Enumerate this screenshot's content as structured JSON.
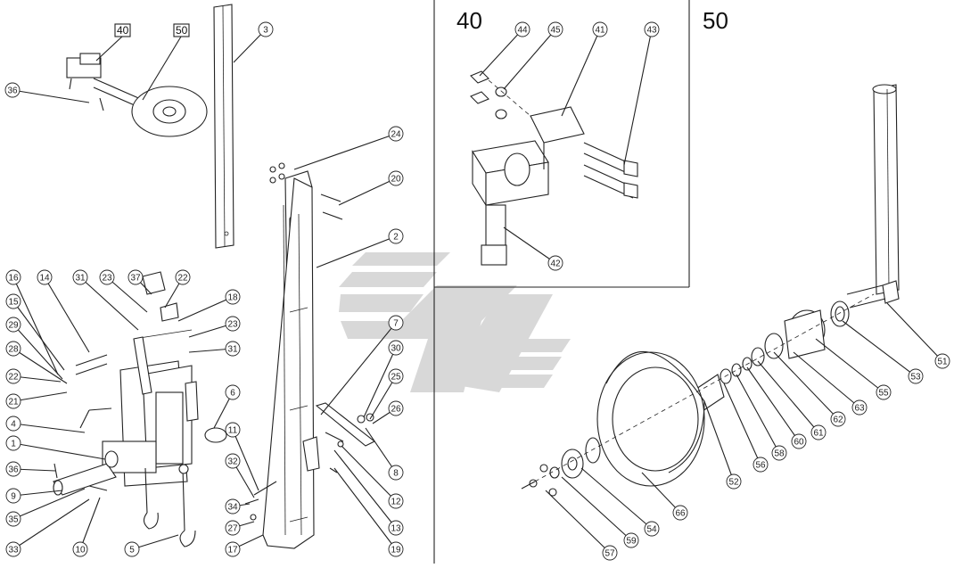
{
  "panels": {
    "panel_40_label": "40",
    "panel_50_label": "50"
  },
  "boxed_labels": [
    "40",
    "50"
  ],
  "callouts_main": [
    "36",
    "3",
    "24",
    "20",
    "2",
    "16",
    "14",
    "31",
    "23",
    "37",
    "22",
    "18",
    "15",
    "29",
    "28",
    "23",
    "31",
    "22",
    "21",
    "4",
    "1",
    "36",
    "9",
    "35",
    "33",
    "10",
    "5",
    "6",
    "11",
    "32",
    "34",
    "27",
    "17",
    "7",
    "30",
    "25",
    "26",
    "8",
    "12",
    "13",
    "19"
  ],
  "callouts_40": [
    "44",
    "45",
    "41",
    "43",
    "42"
  ],
  "callouts_50": [
    "51",
    "53",
    "55",
    "63",
    "62",
    "61",
    "60",
    "58",
    "56",
    "52",
    "66",
    "54",
    "59",
    "57"
  ]
}
